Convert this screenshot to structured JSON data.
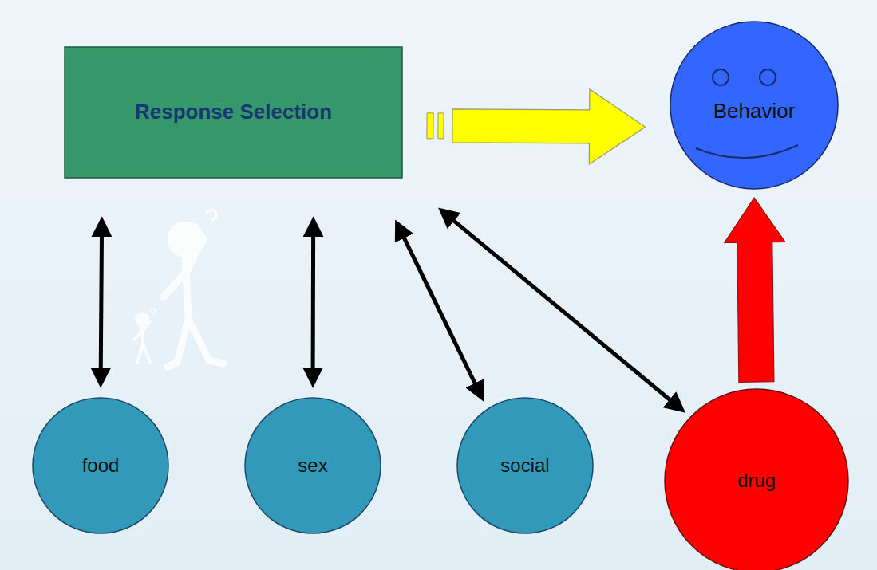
{
  "diagram": {
    "nodes": [
      {
        "text": [
          "Response Selection"
        ]
      },
      {
        "text": [
          "Behavior"
        ]
      },
      {
        "text": [
          "food"
        ]
      },
      {
        "text": [
          "sex"
        ]
      },
      {
        "text": [
          "social"
        ]
      },
      {
        "text": [
          "drug"
        ]
      }
    ],
    "edges": [
      {
        "from": 0,
        "to": 1,
        "arrow": "to"
      },
      {
        "from": 2,
        "to": 0,
        "arrow": "both"
      },
      {
        "from": 3,
        "to": 0,
        "arrow": "both"
      },
      {
        "from": 4,
        "to": 0,
        "arrow": "both"
      },
      {
        "from": 5,
        "to": 0,
        "arrow": "both"
      },
      {
        "from": 5,
        "to": 1,
        "arrow": "to"
      }
    ]
  }
}
